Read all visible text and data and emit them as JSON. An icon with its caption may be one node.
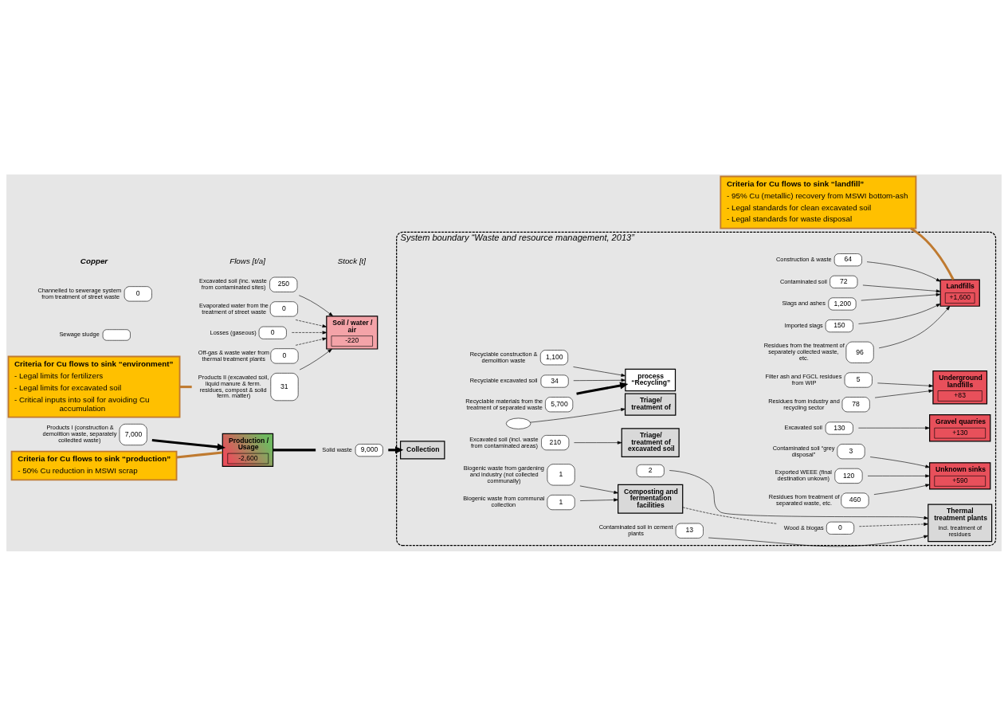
{
  "diagram": {
    "nodes": [
      {
        "text": [
          "System boundary “Waste and resource management, 2013”"
        ]
      },
      {
        "text": [
          "Production / Usage",
          "-2,600"
        ]
      },
      {
        "text": [
          "Collection"
        ],
        "in": 0
      },
      {
        "text": [
          "Thermal treatment plants",
          "incl. treatment of residues"
        ],
        "in": 0
      },
      {
        "text": [
          "Composting and fermentation facilities"
        ],
        "in": 0
      },
      {
        "text": [
          "Triage/ treatment of excavated soil"
        ],
        "in": 0
      },
      {
        "text": [
          "Triage/ treatment of"
        ],
        "in": 0
      },
      {
        "text": [
          "process “Recycling”"
        ],
        "in": 0
      },
      {
        "text": [
          "Gravel quarries",
          "+130"
        ],
        "in": 0
      },
      {
        "text": [
          "Landfills",
          "+1,600"
        ],
        "in": 0
      },
      {
        "text": [
          "Underground landfills",
          "+83"
        ],
        "in": 0
      },
      {
        "text": [
          "Unknown sinks",
          "+590"
        ],
        "in": 0
      },
      {
        "text": [
          "Soil / water / air",
          "-220"
        ]
      },
      {
        "text": [
          "7,000"
        ],
        "beside": [
          "Products I (construction & demolition waste, separately colledted waste)"
        ]
      },
      {
        "text": [],
        "shape": "ellipse",
        "beside": [
          "Sewage sludge"
        ]
      },
      {
        "text": [
          "2"
        ],
        "in": 0
      },
      {
        "text": [
          "13"
        ],
        "beside": [
          "Contaminated soil in cement plants"
        ],
        "in": 0
      },
      {
        "text": [
          "0"
        ],
        "beside": [
          "Wood & biogas"
        ],
        "in": 0
      },
      {
        "text": [
          "1"
        ],
        "beside": [
          "Biogenic waste from gardening and industry (not collected communally)"
        ],
        "in": 0
      },
      {
        "text": [
          "1"
        ],
        "beside": [
          "Biogenic waste from communal collection"
        ],
        "in": 0
      },
      {
        "text": [
          "210"
        ],
        "beside": [
          "Excavated soil (incl. waste from contaminated areas)"
        ],
        "in": 0
      },
      {
        "text": [],
        "shape": "ellipse",
        "in": 0
      },
      {
        "text": [
          "34"
        ],
        "beside": [
          "Recyclable excavated soil"
        ],
        "in": 0
      },
      {
        "text": [
          "1,100"
        ],
        "beside": [
          "Recyclable construction & demolition waste"
        ],
        "in": 0
      },
      {
        "text": [
          "5,700"
        ],
        "beside": [
          "Recyclable materials from the treatment of separated waste"
        ],
        "in": 0
      },
      {
        "text": [
          "130"
        ],
        "beside": [
          "Excavated soil"
        ],
        "in": 0
      },
      {
        "text": [
          "150"
        ],
        "beside": [
          "Imported slags"
        ],
        "in": 0
      },
      {
        "text": [
          "1,200"
        ],
        "beside": [
          "Slags and ashes"
        ],
        "in": 0
      },
      {
        "text": [
          "72"
        ],
        "beside": [
          "Contaminated soil"
        ],
        "in": 0
      },
      {
        "text": [
          "64"
        ],
        "beside": [
          "Construction & waste"
        ],
        "in": 0
      },
      {
        "text": [
          "96"
        ],
        "beside": [
          "Residues from the treatment of separately collected waste, etc."
        ],
        "in": 0
      },
      {
        "text": [
          "78"
        ],
        "beside": [
          "Residues from industry and recycling sector"
        ],
        "in": 0
      },
      {
        "text": [
          "5"
        ],
        "beside": [
          "Filter ash and FGCL residues from WIP"
        ],
        "in": 0
      },
      {
        "text": [
          "0"
        ],
        "beside": [
          "Channelled to sewerage system from treatment of street waste"
        ]
      },
      {
        "text": [
          "3"
        ],
        "beside": [
          "Contaminated soil “grey disposal”"
        ],
        "in": 0
      },
      {
        "text": [
          "460"
        ],
        "beside": [
          "Residues from treatment of separated waste, etc."
        ],
        "in": 0
      },
      {
        "text": [
          "120"
        ],
        "beside": [
          "Exported WEEE (final destination unkown)"
        ],
        "in": 0
      },
      {
        "text": [
          "9,000"
        ],
        "beside": [
          "Solid waste"
        ]
      },
      {
        "text": [
          "250"
        ],
        "beside": [
          "Excavated soil (inc. waste from contaminated sites)"
        ]
      },
      {
        "text": [
          "0"
        ],
        "beside": [
          "Evaporated water from the treatment of street waste"
        ]
      },
      {
        "text": [
          "0"
        ],
        "beside": [
          "Losses (gaseous)"
        ]
      },
      {
        "text": [
          "0"
        ],
        "beside": [
          "Off-gas & waste water from thermal treatment plants"
        ]
      },
      {
        "text": [
          "31"
        ],
        "beside": [
          "Products II (excavated soil, liquid manure & ferm. residues, compost & solid ferm. matter)"
        ]
      },
      {
        "text": [
          "Criteria for Cu flows to sink “production”",
          "- 50% Cu reduction in MSWI scrap"
        ]
      },
      {
        "text": [
          "Criteria for Cu flows to sink “landfill”",
          "- 95% Cu (metallic) recovery from MSWI bottom-ash",
          "- Legal standards for clean excavated soil",
          "- Legal standards for waste disposal"
        ]
      },
      {
        "text": [
          "Criteria for Cu flows to sink “environment”",
          "- Legal limits for fertilizers",
          "- Legal limits for excavated soil",
          "- Critical inputs into soil for avoiding Cu accumulation"
        ]
      }
    ],
    "edges": [
      {
        "from": 13,
        "to": 1,
        "arrow": "to",
        "style": "thick"
      },
      {
        "from": 1,
        "to": 37,
        "arrow": "none",
        "style": "thick"
      },
      {
        "from": 37,
        "to": 2,
        "arrow": "to",
        "style": "thick"
      },
      {
        "from": 15,
        "to": 3,
        "arrow": "to"
      },
      {
        "from": 16,
        "to": 3,
        "arrow": "to"
      },
      {
        "from": 4,
        "to": 17,
        "arrow": "none",
        "style": "dashed"
      },
      {
        "from": 17,
        "to": 3,
        "arrow": "to",
        "style": "dashed"
      },
      {
        "from": 18,
        "to": 4,
        "arrow": "to"
      },
      {
        "from": 19,
        "to": 4,
        "arrow": "to"
      },
      {
        "from": 20,
        "to": 5,
        "arrow": "to"
      },
      {
        "from": 21,
        "to": 6,
        "arrow": "to"
      },
      {
        "from": 22,
        "to": 7,
        "arrow": "to"
      },
      {
        "from": 23,
        "to": 7,
        "arrow": "to"
      },
      {
        "from": 24,
        "to": 7,
        "arrow": "to",
        "style": "thick"
      },
      {
        "from": 25,
        "to": 8,
        "arrow": "to"
      },
      {
        "from": 26,
        "to": 9,
        "arrow": "to"
      },
      {
        "from": 27,
        "to": 9,
        "arrow": "to"
      },
      {
        "from": 28,
        "to": 9,
        "arrow": "to"
      },
      {
        "from": 29,
        "to": 9,
        "arrow": "to"
      },
      {
        "from": 30,
        "to": 9,
        "arrow": "to"
      },
      {
        "from": 31,
        "to": 10,
        "arrow": "to"
      },
      {
        "from": 32,
        "to": 10,
        "arrow": "to"
      },
      {
        "from": 34,
        "to": 11,
        "arrow": "to"
      },
      {
        "from": 35,
        "to": 11,
        "arrow": "to"
      },
      {
        "from": 36,
        "to": 11,
        "arrow": "to"
      },
      {
        "from": 38,
        "to": 12,
        "arrow": "to"
      },
      {
        "from": 39,
        "to": 12,
        "arrow": "to",
        "style": "dashed"
      },
      {
        "from": 40,
        "to": 12,
        "arrow": "to",
        "style": "dashed"
      },
      {
        "from": 41,
        "to": 12,
        "arrow": "to",
        "style": "dashed"
      },
      {
        "from": 42,
        "to": 12,
        "arrow": "to"
      },
      {
        "from": 43,
        "to": 1,
        "arrow": "none",
        "style": "thick",
        "color": "#bf7a30"
      },
      {
        "from": 44,
        "to": 9,
        "arrow": "none",
        "style": "thick",
        "color": "#bf7a30"
      },
      {
        "from": 45,
        "to": 42,
        "arrow": "none",
        "style": "thick",
        "color": "#bf7a30"
      }
    ],
    "labels": [
      "Copper",
      "Flows [t/a]",
      "Stock [t]"
    ]
  }
}
